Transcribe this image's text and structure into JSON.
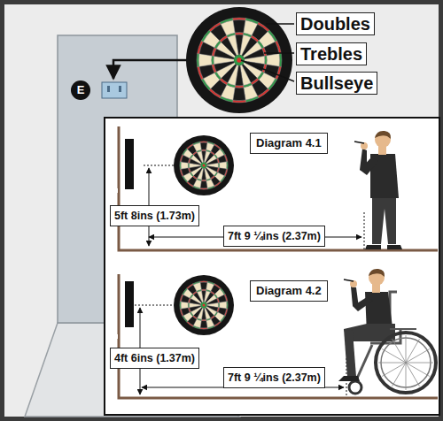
{
  "diagram": {
    "nodes": [
      {
        "text": [
          "Doubles"
        ]
      },
      {
        "text": [
          "Trebles"
        ]
      },
      {
        "text": [
          "Bullseye"
        ]
      },
      {
        "text": [
          "E"
        ]
      },
      {
        "text": [
          "Diagram 4.1"
        ]
      },
      {
        "text": [
          "5ft 8ins (1.73m)"
        ]
      },
      {
        "text": [
          "7ft 9 ¼ins (2.37m)"
        ]
      },
      {
        "text": [
          "Diagram 4.2"
        ]
      },
      {
        "text": [
          "4ft 6ins (1.37m)"
        ]
      },
      {
        "text": [
          "7ft 9 ¼ins (2.37m)"
        ]
      }
    ]
  }
}
